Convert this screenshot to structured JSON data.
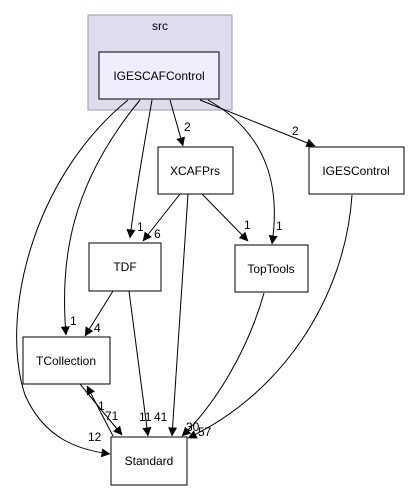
{
  "cluster": {
    "label": "src",
    "fill": "#ddddee",
    "stroke": "#9a9ab4"
  },
  "nodes": [
    {
      "id": "igescafcontrol",
      "label": "IGESCAFControl",
      "fill": "#eeeeff",
      "stroke": "#000000"
    },
    {
      "id": "xcafprs",
      "label": "XCAFPrs",
      "fill": "#ffffff",
      "stroke": "#000000"
    },
    {
      "id": "igescontrol",
      "label": "IGESControl",
      "fill": "#ffffff",
      "stroke": "#000000"
    },
    {
      "id": "tdf",
      "label": "TDF",
      "fill": "#ffffff",
      "stroke": "#000000"
    },
    {
      "id": "toptools",
      "label": "TopTools",
      "fill": "#ffffff",
      "stroke": "#000000"
    },
    {
      "id": "tcollection",
      "label": "TCollection",
      "fill": "#ffffff",
      "stroke": "#000000"
    },
    {
      "id": "standard",
      "label": "Standard",
      "fill": "#ffffff",
      "stroke": "#000000"
    }
  ],
  "edges": [
    {
      "id": "igescaf-xcafprs",
      "label": "2"
    },
    {
      "id": "igescaf-igescontrol",
      "label": "2"
    },
    {
      "id": "igescaf-tdf",
      "label": "1"
    },
    {
      "id": "igescaf-toptools",
      "label": "1"
    },
    {
      "id": "igescaf-tcollection",
      "label": "1"
    },
    {
      "id": "igescaf-standard",
      "label": "12"
    },
    {
      "id": "xcafprs-tdf",
      "label": "6"
    },
    {
      "id": "xcafprs-toptools",
      "label": "1"
    },
    {
      "id": "xcafprs-standard",
      "label": "41"
    },
    {
      "id": "tdf-tcollection",
      "label": "4"
    },
    {
      "id": "tdf-standard",
      "label": "11"
    },
    {
      "id": "toptools-standard",
      "label": "30"
    },
    {
      "id": "igescontrol-standard",
      "label": "57"
    },
    {
      "id": "tcollection-standard",
      "label": "71"
    },
    {
      "id": "standard-tcollection",
      "label": "1"
    }
  ]
}
